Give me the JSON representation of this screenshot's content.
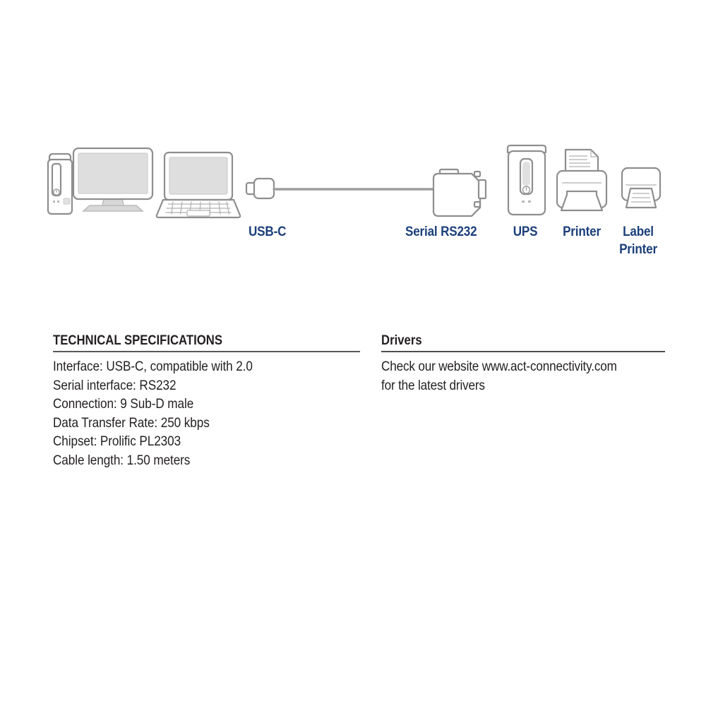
{
  "diagram": {
    "devices": [
      {
        "name": "desktop-tower",
        "label": null
      },
      {
        "name": "monitor",
        "label": null
      },
      {
        "name": "laptop",
        "label": null
      },
      {
        "name": "usb-c-connector",
        "label": "USB-C"
      },
      {
        "name": "cable",
        "label": null
      },
      {
        "name": "serial-rs232-connector",
        "label": "Serial RS232"
      },
      {
        "name": "ups",
        "label": "UPS"
      },
      {
        "name": "printer",
        "label": "Printer"
      },
      {
        "name": "label-printer",
        "label": "Label\nPrinter"
      }
    ],
    "labels": {
      "usbc": "USB-C",
      "rs232": "Serial RS232",
      "ups": "UPS",
      "printer": "Printer",
      "label_printer": "Label\nPrinter"
    },
    "colors": {
      "label_blue": "#1b3f7a",
      "device_outline": "#8c8c8c",
      "device_fill": "#ffffff",
      "screen_fill": "#dcdcdc",
      "cable": "#9a9a9a"
    }
  },
  "specs": {
    "title": "TECHNICAL SPECIFICATIONS",
    "lines": [
      "Interface: USB-C, compatible with 2.0",
      "Serial interface: RS232",
      "Connection: 9 Sub-D male",
      "Data Transfer Rate: 250 kbps",
      "Chipset: Prolific PL2303",
      "Cable length: 1.50 meters"
    ]
  },
  "drivers": {
    "title": "Drivers",
    "lines": [
      "Check our website www.act-connectivity.com",
      "for the latest drivers"
    ]
  }
}
